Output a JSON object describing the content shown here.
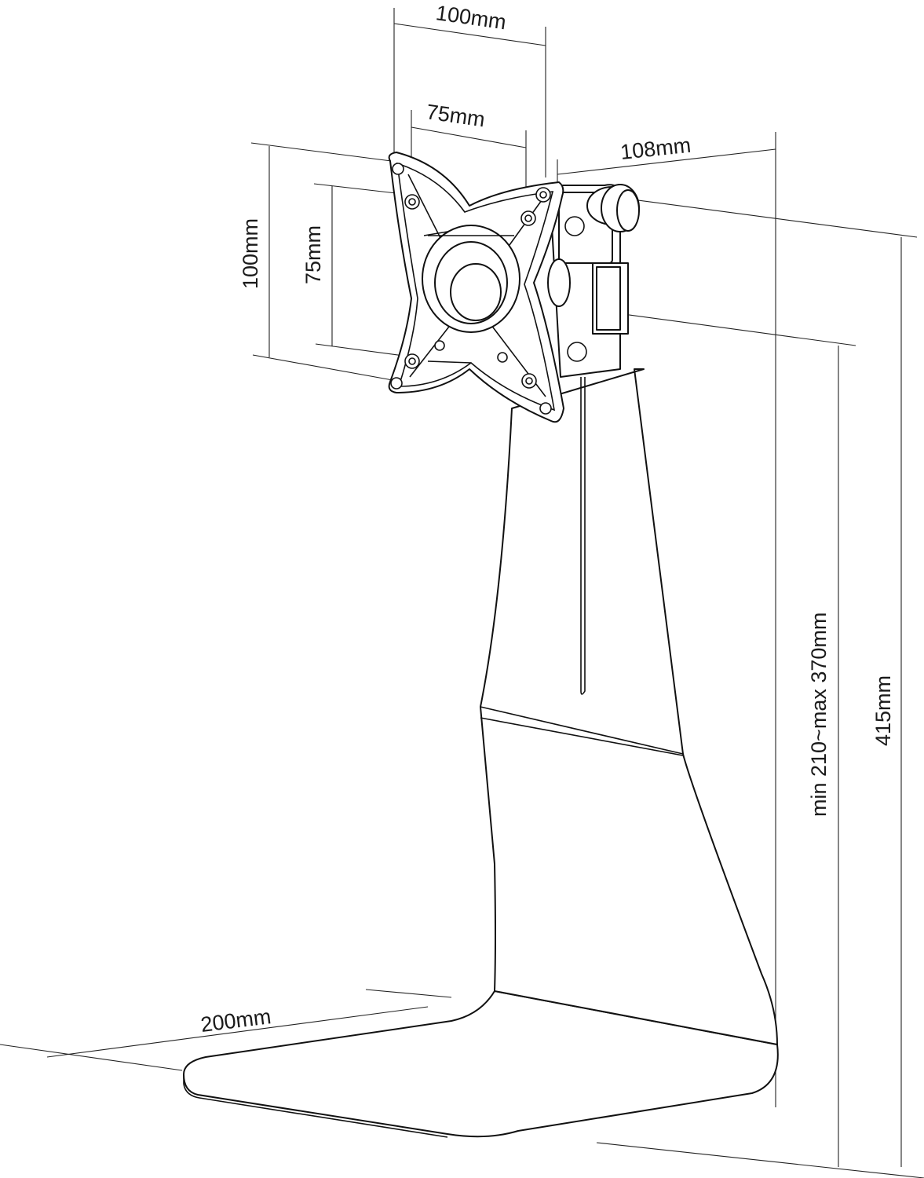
{
  "dimensions": {
    "vesa_outer_width": "100mm",
    "vesa_inner_width": "75mm",
    "vesa_outer_height": "100mm",
    "vesa_inner_height": "75mm",
    "depth": "108mm",
    "height_range": "min 210~max 370mm",
    "total_height": "415mm",
    "base_width": "200mm"
  }
}
